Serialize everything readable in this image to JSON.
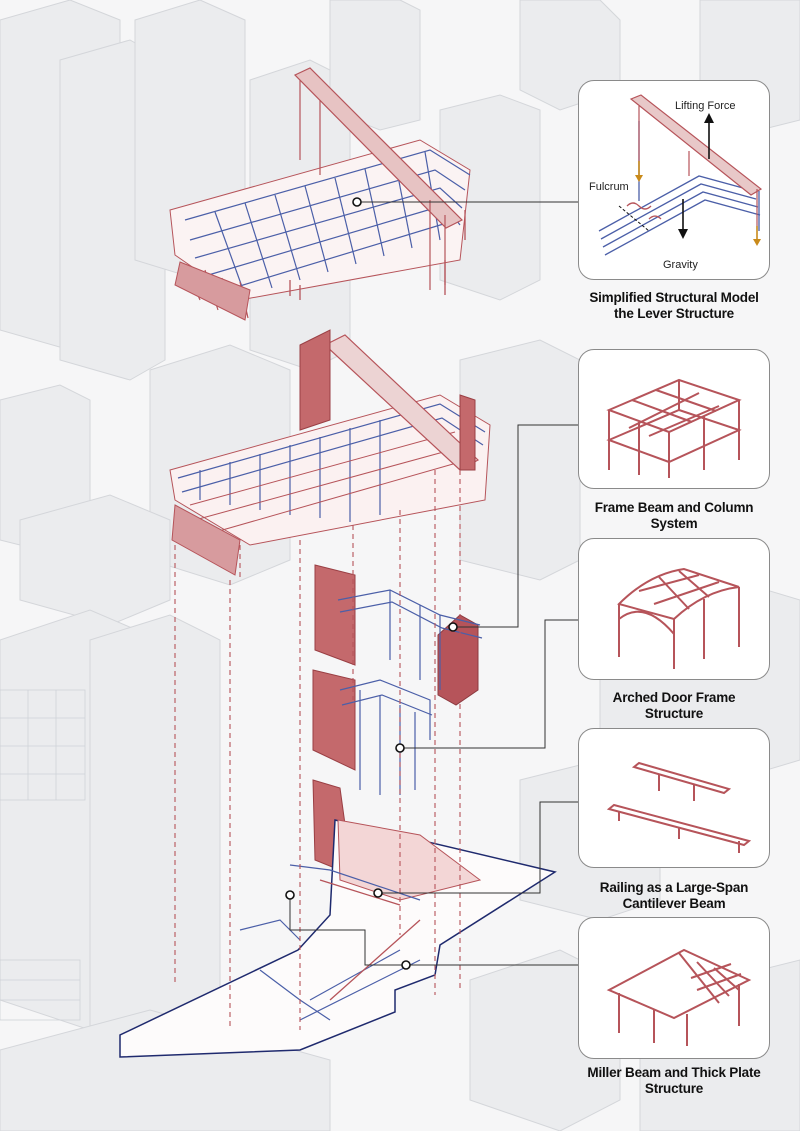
{
  "panels": [
    {
      "caption": [
        "Simplified Structural Model",
        "the Lever Structure"
      ],
      "labels": {
        "lifting_force": "Lifting Force",
        "fulcrum": "Fulcrum",
        "gravity": "Gravity"
      }
    },
    {
      "caption": [
        "Frame Beam and Column",
        "System"
      ]
    },
    {
      "caption": [
        "Arched Door Frame",
        "Structure"
      ]
    },
    {
      "caption": [
        "Railing as a Large-Span",
        "Cantilever Beam"
      ]
    },
    {
      "caption": [
        "Miller Beam and Thick Plate",
        "Structure"
      ]
    }
  ],
  "colors": {
    "background": "#f6f6f7",
    "context_buildings": "#e9eaec",
    "structure_red": "#b6545a",
    "wall_red": "#c4696c",
    "structure_blue": "#4b5fa8",
    "site_outline": "#1f2a6e",
    "force_up": "#111111",
    "force_down": "#c98a1a"
  }
}
